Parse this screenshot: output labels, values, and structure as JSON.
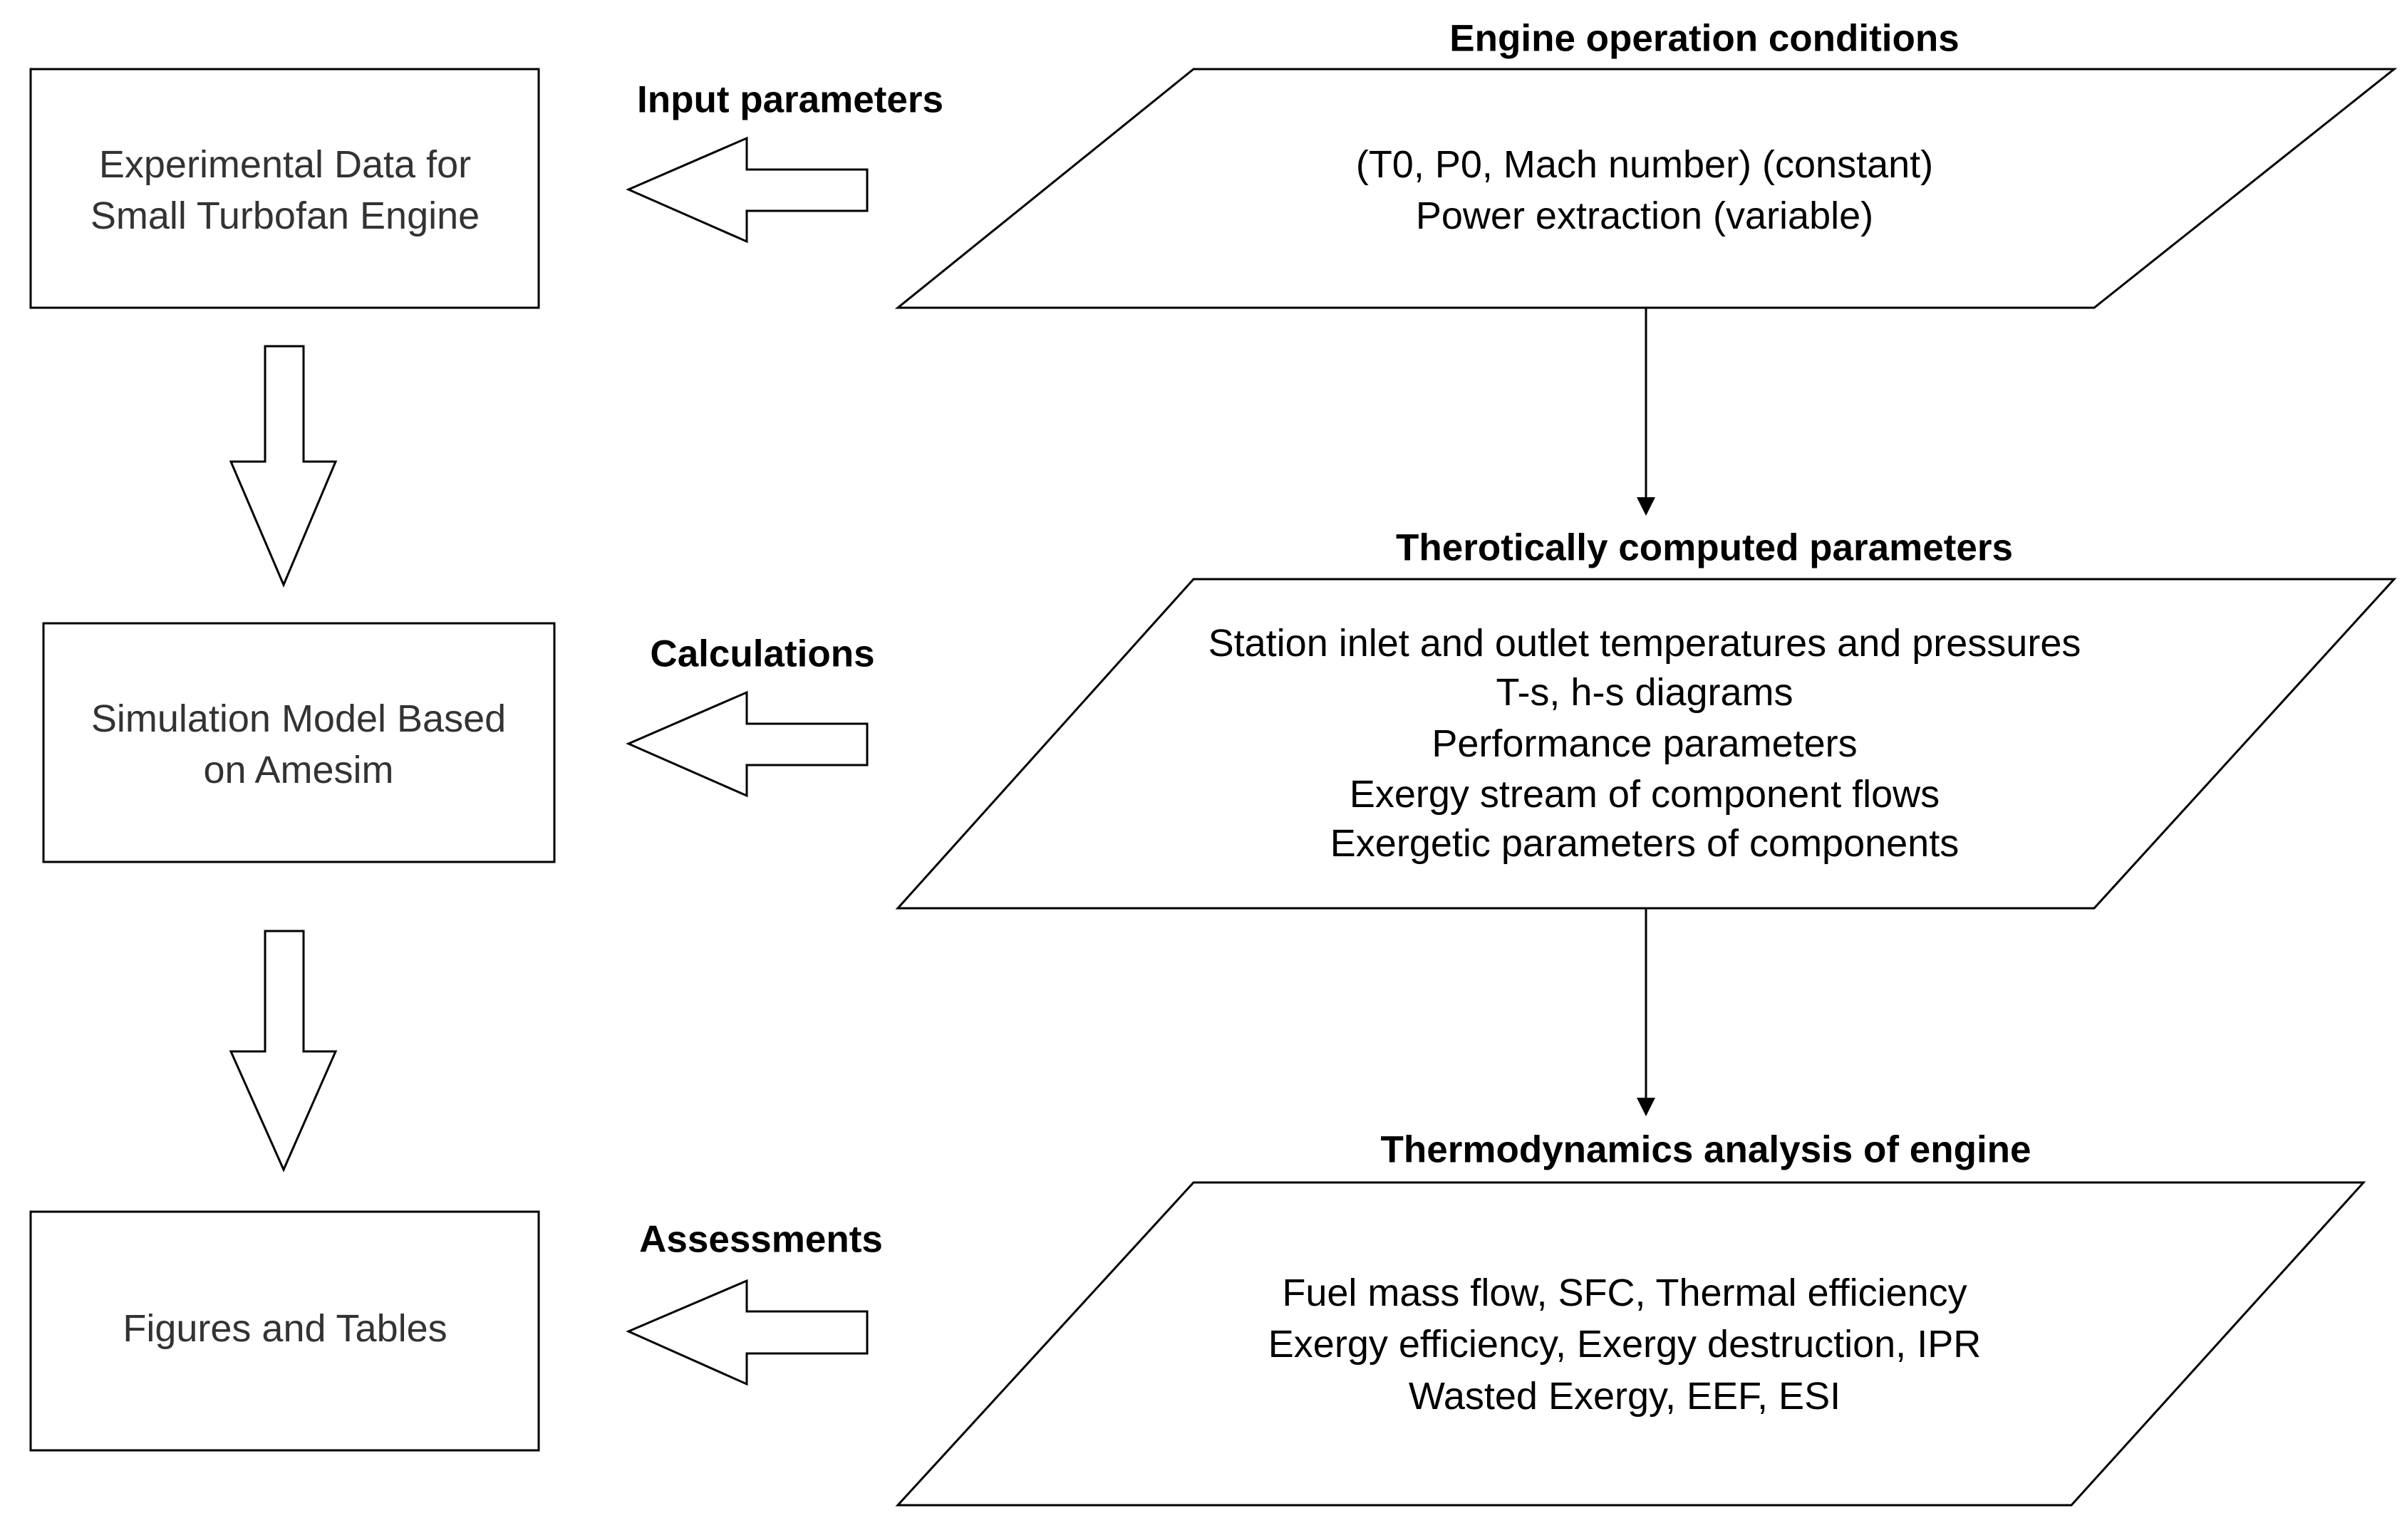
{
  "left_boxes": [
    {
      "lines": [
        "Experimental Data for",
        "Small Turbofan Engine"
      ]
    },
    {
      "lines": [
        "Simulation Model Based",
        "on Amesim"
      ]
    },
    {
      "lines": [
        "Figures and Tables"
      ]
    }
  ],
  "arrow_labels": [
    "Input parameters",
    "Calculations",
    "Assessments"
  ],
  "right_blocks": [
    {
      "title": "Engine operation conditions",
      "lines": [
        "(T0, P0, Mach number) (constant)",
        "Power extraction (variable)"
      ]
    },
    {
      "title": "Therotically computed parameters",
      "lines": [
        "Station inlet and outlet temperatures and pressures",
        "T-s, h-s diagrams",
        "Performance parameters",
        "Exergy stream of component flows",
        "Exergetic parameters of components"
      ]
    },
    {
      "title": "Thermodynamics analysis of engine",
      "lines": [
        "Fuel mass flow, SFC, Thermal efficiency",
        "Exergy efficiency, Exergy destruction, IPR",
        "Wasted Exergy, EEF, ESI"
      ]
    }
  ],
  "colors": {
    "background": "#ffffff",
    "stroke": "#000000",
    "box_text": "#333333",
    "text": "#000000"
  }
}
